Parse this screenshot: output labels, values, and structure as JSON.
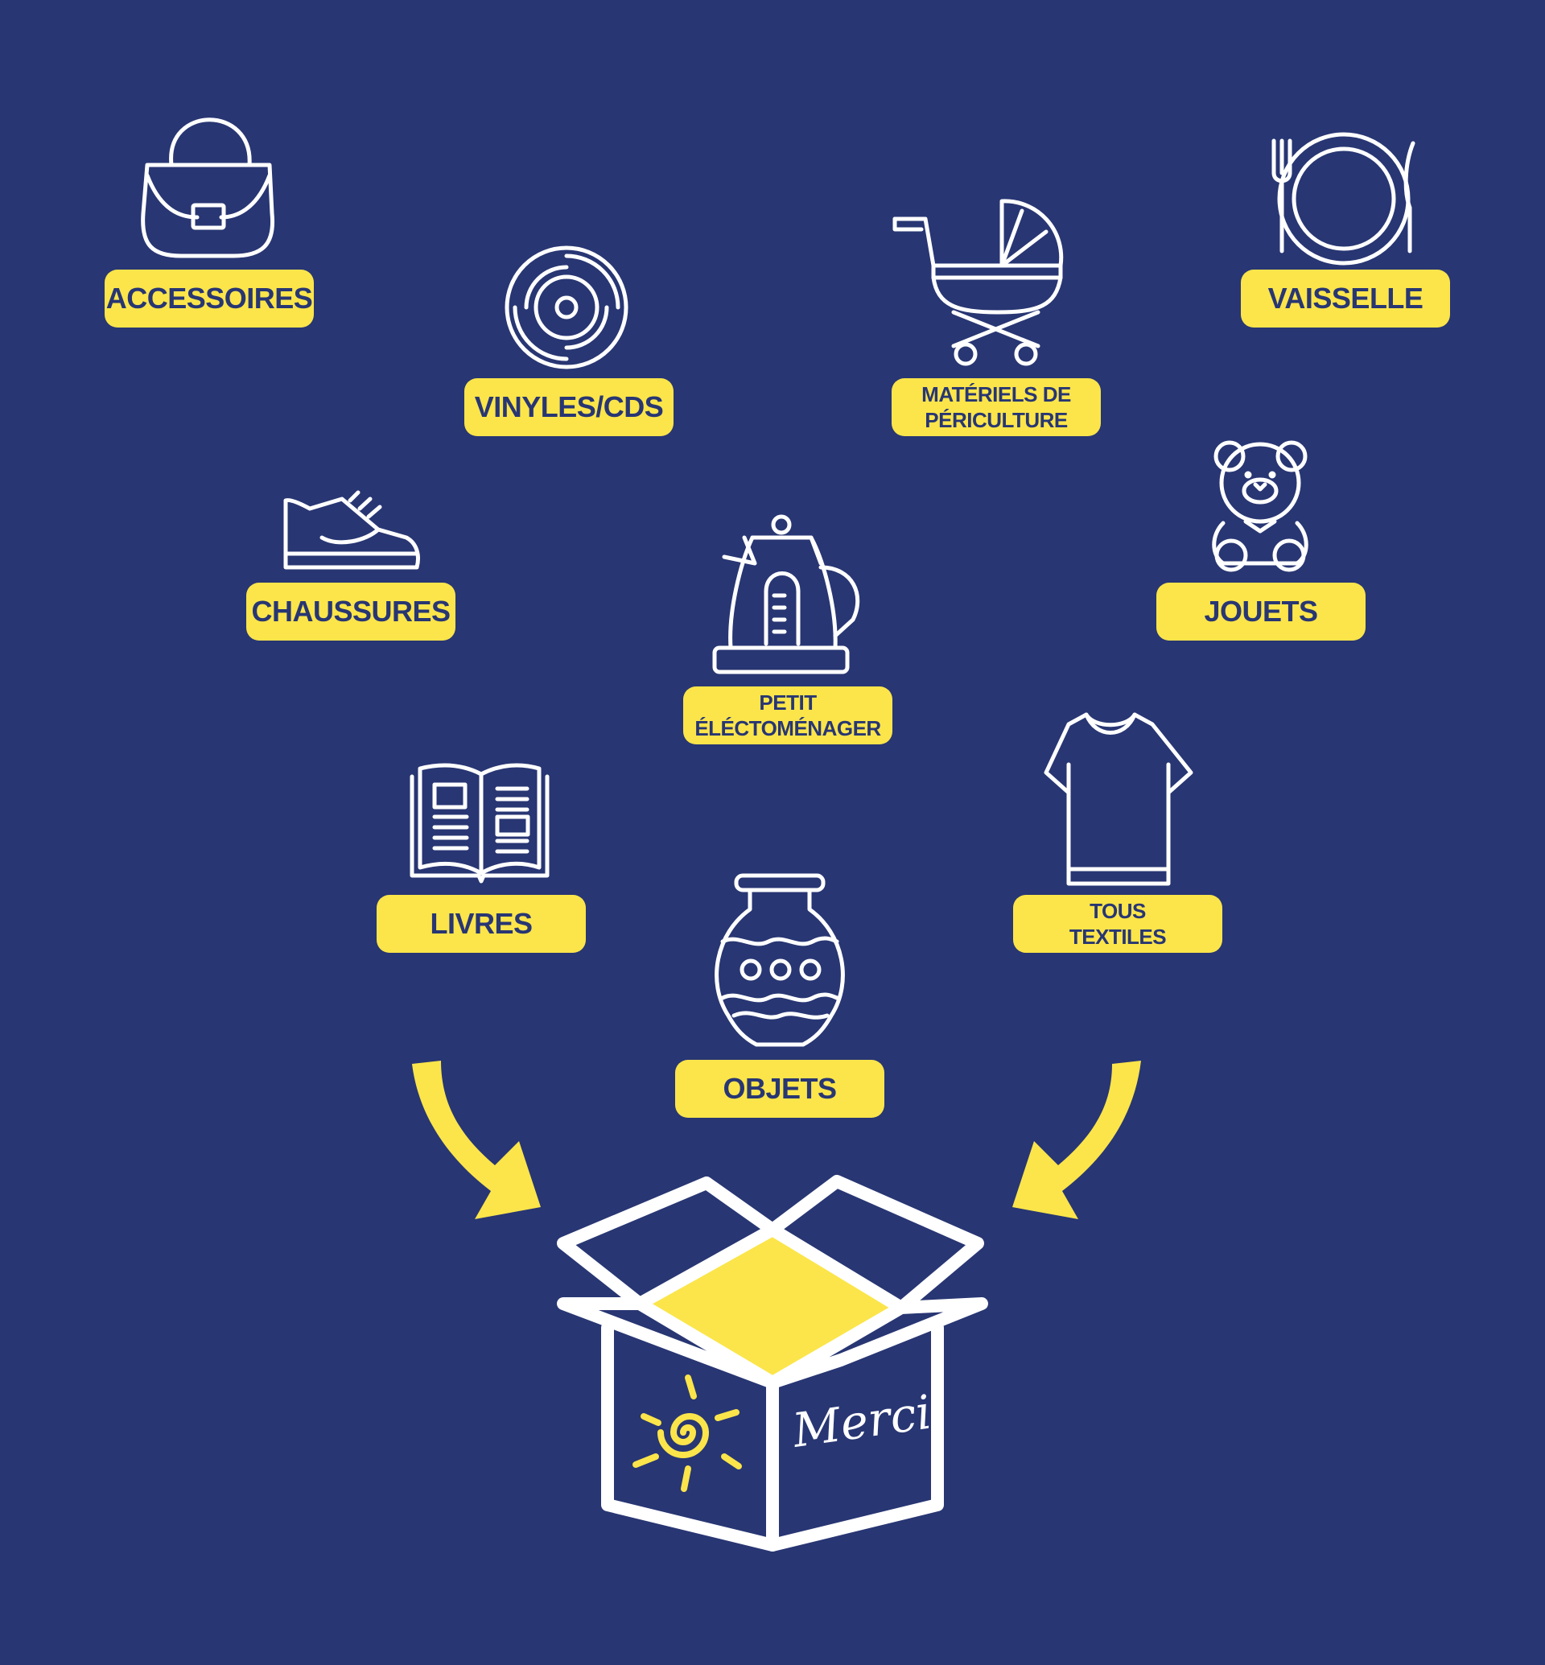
{
  "colors": {
    "background": "#283673",
    "accent": "#FBE54A",
    "stroke": "#FFFFFF"
  },
  "categories": {
    "accessoires": {
      "label": "ACCESSOIRES",
      "icon": "handbag-icon"
    },
    "vinyles": {
      "label": "VINYLES/CDS",
      "icon": "vinyl-disc-icon"
    },
    "puericulture": {
      "line1": "MATÉRIELS DE",
      "line2": "PÉRICULTURE",
      "icon": "baby-stroller-icon"
    },
    "vaisselle": {
      "label": "VAISSELLE",
      "icon": "plate-cutlery-icon"
    },
    "chaussures": {
      "label": "CHAUSSURES",
      "icon": "sneaker-icon"
    },
    "electromenager": {
      "line1": "PETIT",
      "line2": "ÉLÉCTOMÉNAGER",
      "icon": "kettle-icon"
    },
    "jouets": {
      "label": "JOUETS",
      "icon": "teddy-bear-icon"
    },
    "livres": {
      "label": "LIVRES",
      "icon": "open-book-icon"
    },
    "textiles": {
      "line1": "TOUS",
      "line2": "TEXTILES",
      "icon": "tshirt-icon"
    },
    "objets": {
      "label": "OBJETS",
      "icon": "vase-icon"
    }
  },
  "box": {
    "icon": "open-box-icon",
    "logo_text": "Merci",
    "sun_icon": "spiral-sun-icon"
  }
}
